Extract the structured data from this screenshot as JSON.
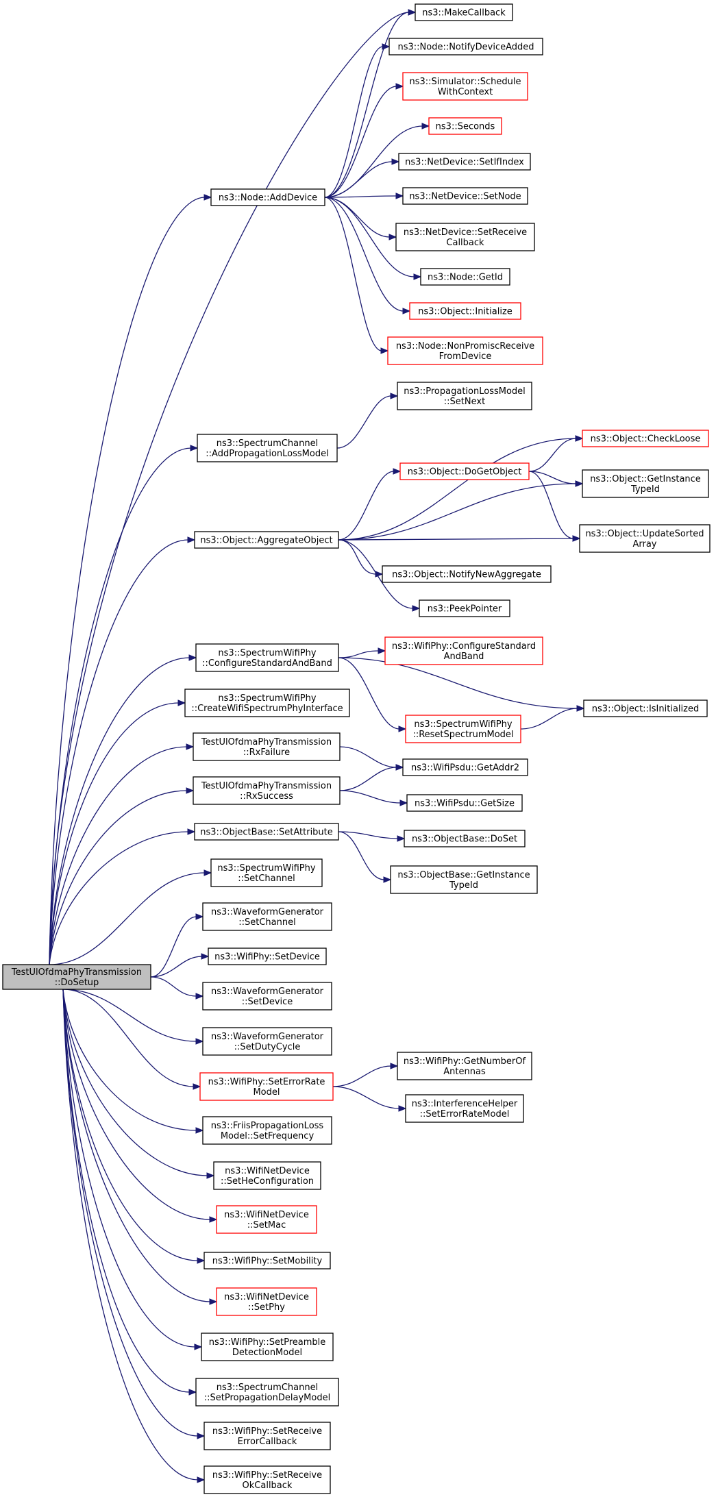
{
  "root": [
    "TestUlOfdmaPhyTransmission",
    "::DoSetup"
  ],
  "nodes": {
    "makecb": {
      "lines": [
        "ns3::MakeCallback"
      ],
      "red": false
    },
    "notifydev": {
      "lines": [
        "ns3::Node::NotifyDeviceAdded"
      ],
      "red": false
    },
    "schedctx": {
      "lines": [
        "ns3::Simulator::Schedule",
        "WithContext"
      ],
      "red": true
    },
    "seconds": {
      "lines": [
        "ns3::Seconds"
      ],
      "red": true
    },
    "setifindex": {
      "lines": [
        "ns3::NetDevice::SetIfIndex"
      ],
      "red": false
    },
    "setnode": {
      "lines": [
        "ns3::NetDevice::SetNode"
      ],
      "red": false
    },
    "setreccb": {
      "lines": [
        "ns3::NetDevice::SetReceive",
        "Callback"
      ],
      "red": false
    },
    "getid": {
      "lines": [
        "ns3::Node::GetId"
      ],
      "red": false
    },
    "objinit": {
      "lines": [
        "ns3::Object::Initialize"
      ],
      "red": true
    },
    "nonpromisc": {
      "lines": [
        "ns3::Node::NonPromiscReceive",
        "FromDevice"
      ],
      "red": true
    },
    "adddevice": {
      "lines": [
        "ns3::Node::AddDevice"
      ],
      "red": false
    },
    "plmsetnext": {
      "lines": [
        "ns3::PropagationLossModel",
        "::SetNext"
      ],
      "red": false
    },
    "addprop": {
      "lines": [
        "ns3::SpectrumChannel",
        "::AddPropagationLossModel"
      ],
      "red": false
    },
    "checkloose": {
      "lines": [
        "ns3::Object::CheckLoose"
      ],
      "red": true
    },
    "dogetobj": {
      "lines": [
        "ns3::Object::DoGetObject"
      ],
      "red": true
    },
    "getinsttype": {
      "lines": [
        "ns3::Object::GetInstance",
        "TypeId"
      ],
      "red": false
    },
    "updatesorted": {
      "lines": [
        "ns3::Object::UpdateSorted",
        "Array"
      ],
      "red": false
    },
    "aggregate": {
      "lines": [
        "ns3::Object::AggregateObject"
      ],
      "red": false
    },
    "notifynewagg": {
      "lines": [
        "ns3::Object::NotifyNewAggregate"
      ],
      "red": false
    },
    "peekptr": {
      "lines": [
        "ns3::PeekPointer"
      ],
      "red": false
    },
    "cfgstdband": {
      "lines": [
        "ns3::SpectrumWifiPhy",
        "::ConfigureStandardAndBand"
      ],
      "red": false
    },
    "wpcfgstd": {
      "lines": [
        "ns3::WifiPhy::ConfigureStandard",
        "AndBand"
      ],
      "red": true
    },
    "isinit": {
      "lines": [
        "ns3::Object::IsInitialized"
      ],
      "red": false
    },
    "resetspec": {
      "lines": [
        "ns3::SpectrumWifiPhy",
        "::ResetSpectrumModel"
      ],
      "red": true
    },
    "createiface": {
      "lines": [
        "ns3::SpectrumWifiPhy",
        "::CreateWifiSpectrumPhyInterface"
      ],
      "red": false
    },
    "rxfail": {
      "lines": [
        "TestUlOfdmaPhyTransmission",
        "::RxFailure"
      ],
      "red": false
    },
    "getaddr2": {
      "lines": [
        "ns3::WifiPsdu::GetAddr2"
      ],
      "red": false
    },
    "rxsucc": {
      "lines": [
        "TestUlOfdmaPhyTransmission",
        "::RxSuccess"
      ],
      "red": false
    },
    "getsize": {
      "lines": [
        "ns3::WifiPsdu::GetSize"
      ],
      "red": false
    },
    "setattr": {
      "lines": [
        "ns3::ObjectBase::SetAttribute"
      ],
      "red": false
    },
    "doset": {
      "lines": [
        "ns3::ObjectBase::DoSet"
      ],
      "red": false
    },
    "obgetinst": {
      "lines": [
        "ns3::ObjectBase::GetInstance",
        "TypeId"
      ],
      "red": false
    },
    "swpsetch": {
      "lines": [
        "ns3::SpectrumWifiPhy",
        "::SetChannel"
      ],
      "red": false
    },
    "wgsetch": {
      "lines": [
        "ns3::WaveformGenerator",
        "::SetChannel"
      ],
      "red": false
    },
    "wpsetdev": {
      "lines": [
        "ns3::WifiPhy::SetDevice"
      ],
      "red": false
    },
    "wgsetdev": {
      "lines": [
        "ns3::WaveformGenerator",
        "::SetDevice"
      ],
      "red": false
    },
    "wgduty": {
      "lines": [
        "ns3::WaveformGenerator",
        "::SetDutyCycle"
      ],
      "red": false
    },
    "seterrmodel": {
      "lines": [
        "ns3::WifiPhy::SetErrorRate",
        "Model"
      ],
      "red": true
    },
    "getnumant": {
      "lines": [
        "ns3::WifiPhy::GetNumberOf",
        "Antennas"
      ],
      "red": false
    },
    "ihseterr": {
      "lines": [
        "ns3::InterferenceHelper",
        "::SetErrorRateModel"
      ],
      "red": false
    },
    "friisfreq": {
      "lines": [
        "ns3::FriisPropagationLoss",
        "Model::SetFrequency"
      ],
      "red": false
    },
    "sethecfg": {
      "lines": [
        "ns3::WifiNetDevice",
        "::SetHeConfiguration"
      ],
      "red": false
    },
    "setmac": {
      "lines": [
        "ns3::WifiNetDevice",
        "::SetMac"
      ],
      "red": true
    },
    "setmob": {
      "lines": [
        "ns3::WifiPhy::SetMobility"
      ],
      "red": false
    },
    "setphy": {
      "lines": [
        "ns3::WifiNetDevice",
        "::SetPhy"
      ],
      "red": true
    },
    "setpreamble": {
      "lines": [
        "ns3::WifiPhy::SetPreamble",
        "DetectionModel"
      ],
      "red": false
    },
    "setpropdelay": {
      "lines": [
        "ns3::SpectrumChannel",
        "::SetPropagationDelayModel"
      ],
      "red": false
    },
    "setrecerr": {
      "lines": [
        "ns3::WifiPhy::SetReceive",
        "ErrorCallback"
      ],
      "red": false
    },
    "setrecok": {
      "lines": [
        "ns3::WifiPhy::SetReceive",
        "OkCallback"
      ],
      "red": false
    }
  },
  "colors": {
    "edge": "#191970",
    "highlight_border": "#ff0000",
    "root_fill": "#bfbfbf"
  }
}
